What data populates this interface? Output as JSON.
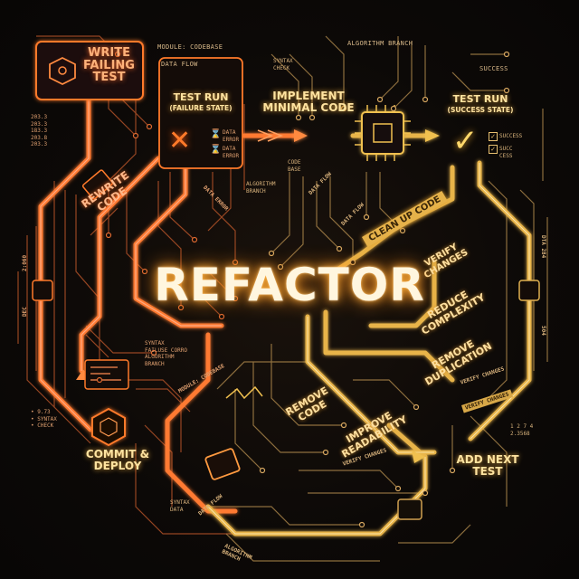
{
  "title": "REFACTOR",
  "nodes": {
    "write_failing_test": "WRITE\nFAILING\nTEST",
    "test_run_failure": "TEST RUN",
    "test_run_failure_sub": "(FAILURE STATE)",
    "implement": "IMPLEMENT\nMINIMAL CODE",
    "test_run_success": "TEST RUN",
    "test_run_success_sub": "(SUCCESS STATE)",
    "rewrite_code": "REWRITE\nCODE",
    "clean_up_code": "CLEAN UP CODE",
    "verify_changes": "VERIFY\nCHANGES",
    "reduce_complexity": "REDUCE\nCOMPLEXITY",
    "remove_duplication": "REMOVE\nDUPLICATION",
    "remove_code": "REMOVE\nCODE",
    "improve_readability": "IMPROVE\nREADABILITY",
    "commit_deploy": "COMMIT &\nDEPLOY",
    "add_next_test": "ADD NEXT\nTEST"
  },
  "small_labels": {
    "module_codebase_top": "MODULE: CODEBASE",
    "data_flow_top": "DATA FLOW",
    "syntax_check_top": "SYNTAX\nCHECK",
    "algorithm_branch_top": "ALGORITHM BRANCH",
    "success_top": "SUCCESS",
    "data_error_1": "DATA\nERROR",
    "data_error_2": "DATA\nERROR",
    "success_item_1": "SUCCESS",
    "success_item_2": "SUCC\nCESS",
    "algorithm_branch_mid": "ALGORITHM\nBRANCH",
    "data_error_mid": "DATA ERROR",
    "data_flow_mid": "DATA FLOW",
    "data_flow_mid2": "DATA FLOW",
    "code_base": "CODE\nBASE",
    "module_codebase_mid": "MODULE: CODEBASE",
    "syntax_block": "SYNTAX\nFAILUSE CORRO\nALGORITHM\nBRANCH",
    "verify_changes_right": "VERIFY CHANGES",
    "verify_changes_tag": "VERIFY CHANGES",
    "verify_changes_bottom": "VERIFY CHANGES",
    "syntax_data": "SYNTAX\nDATA",
    "data_flow_bottom": "DATA FLOW",
    "algorithm_branch_bottom": "ALGORITHM\nBRANCH",
    "left_numbers": "203.3\n203.3\n183.3\n203.8\n203.3",
    "left_vertical": "2:060",
    "left_vertical_2": "DEC",
    "right_vertical": "DTA 284",
    "right_vertical_2": "504",
    "syntax_check_left": "• 9.73\n• SYNTAX\n• CHECK",
    "right_numbers": "1 2 7 4\n2.3568"
  },
  "colors": {
    "orange": "#ff7a2a",
    "gold": "#e8b44a",
    "bg": "#0c0908"
  }
}
